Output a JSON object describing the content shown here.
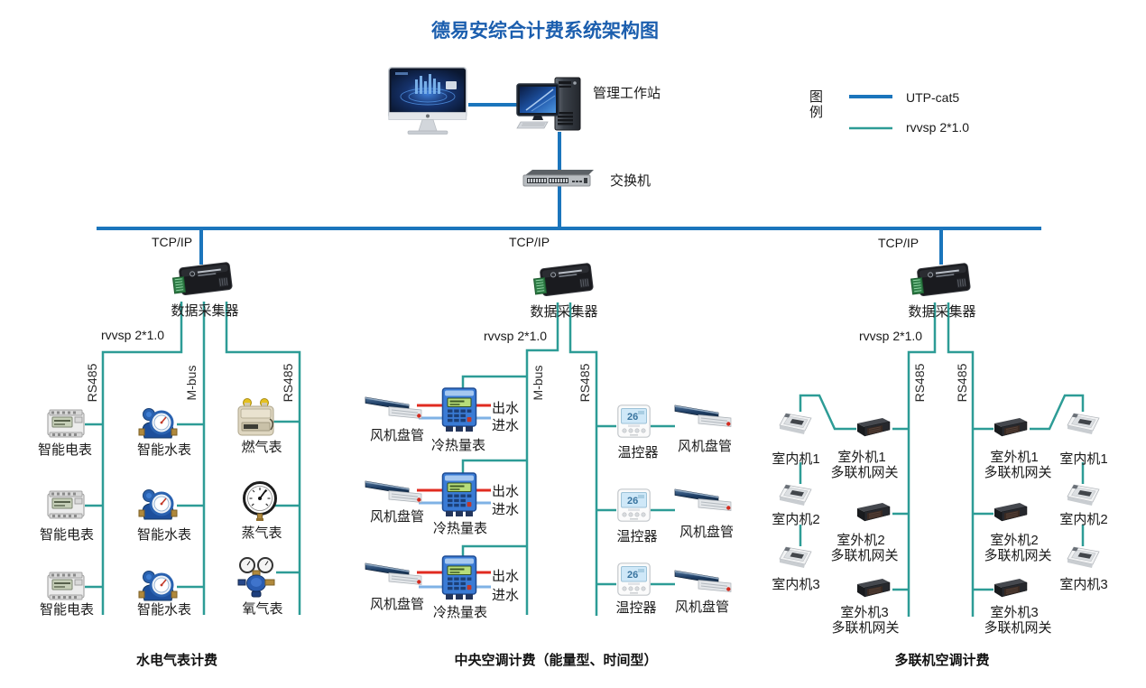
{
  "title": "德易安综合计费系统架构图",
  "colors": {
    "utp_line": "#1b75bc",
    "rvvsp_line": "#2d9c96",
    "title_text": "#1b5eae",
    "supply_pipe": "#e02b20",
    "return_pipe": "#7fb2e5"
  },
  "legend": {
    "label": "图例",
    "items": [
      {
        "name": "UTP-cat5"
      },
      {
        "name": "rvvsp 2*1.0"
      }
    ]
  },
  "top": {
    "workstation_label": "管理工作站",
    "switch_label": "交换机"
  },
  "left_branch": {
    "tcpip": "TCP/IP",
    "collector": "数据采集器",
    "cable": "rvvsp 2*1.0",
    "bus_labels": [
      "RS485",
      "M-bus",
      "RS485"
    ],
    "electric_meters": [
      "智能电表",
      "智能电表",
      "智能电表"
    ],
    "water_meters": [
      "智能水表",
      "智能水表",
      "智能水表"
    ],
    "gas_column": [
      "燃气表",
      "蒸气表",
      "氧气表"
    ],
    "caption": "水电气表计费"
  },
  "center_branch": {
    "tcpip": "TCP/IP",
    "collector": "数据采集器",
    "cable": "rvvsp 2*1.0",
    "bus_labels": [
      "M-bus",
      "RS485"
    ],
    "fan_coil_left": [
      "风机盘管",
      "风机盘管",
      "风机盘管"
    ],
    "heat_meters": [
      "冷热量表",
      "冷热量表",
      "冷热量表"
    ],
    "outlet": "出水",
    "inlet": "进水",
    "thermostats": [
      "温控器",
      "温控器",
      "温控器"
    ],
    "fan_coil_right": [
      "风机盘管",
      "风机盘管",
      "风机盘管"
    ],
    "caption": "中央空调计费（能量型、时间型）"
  },
  "right_branch": {
    "tcpip": "TCP/IP",
    "collector": "数据采集器",
    "cable": "rvvsp 2*1.0",
    "bus_labels": [
      "RS485",
      "RS485"
    ],
    "indoor_left": [
      "室内机1",
      "室内机2",
      "室内机3"
    ],
    "outdoor_left": [
      "室外机1",
      "室外机2",
      "室外机3"
    ],
    "gateway": "多联机网关",
    "outdoor_right": [
      "室外机1",
      "室外机2",
      "室外机3"
    ],
    "indoor_right": [
      "室内机1",
      "室内机2",
      "室内机3"
    ],
    "caption": "多联机空调计费"
  }
}
